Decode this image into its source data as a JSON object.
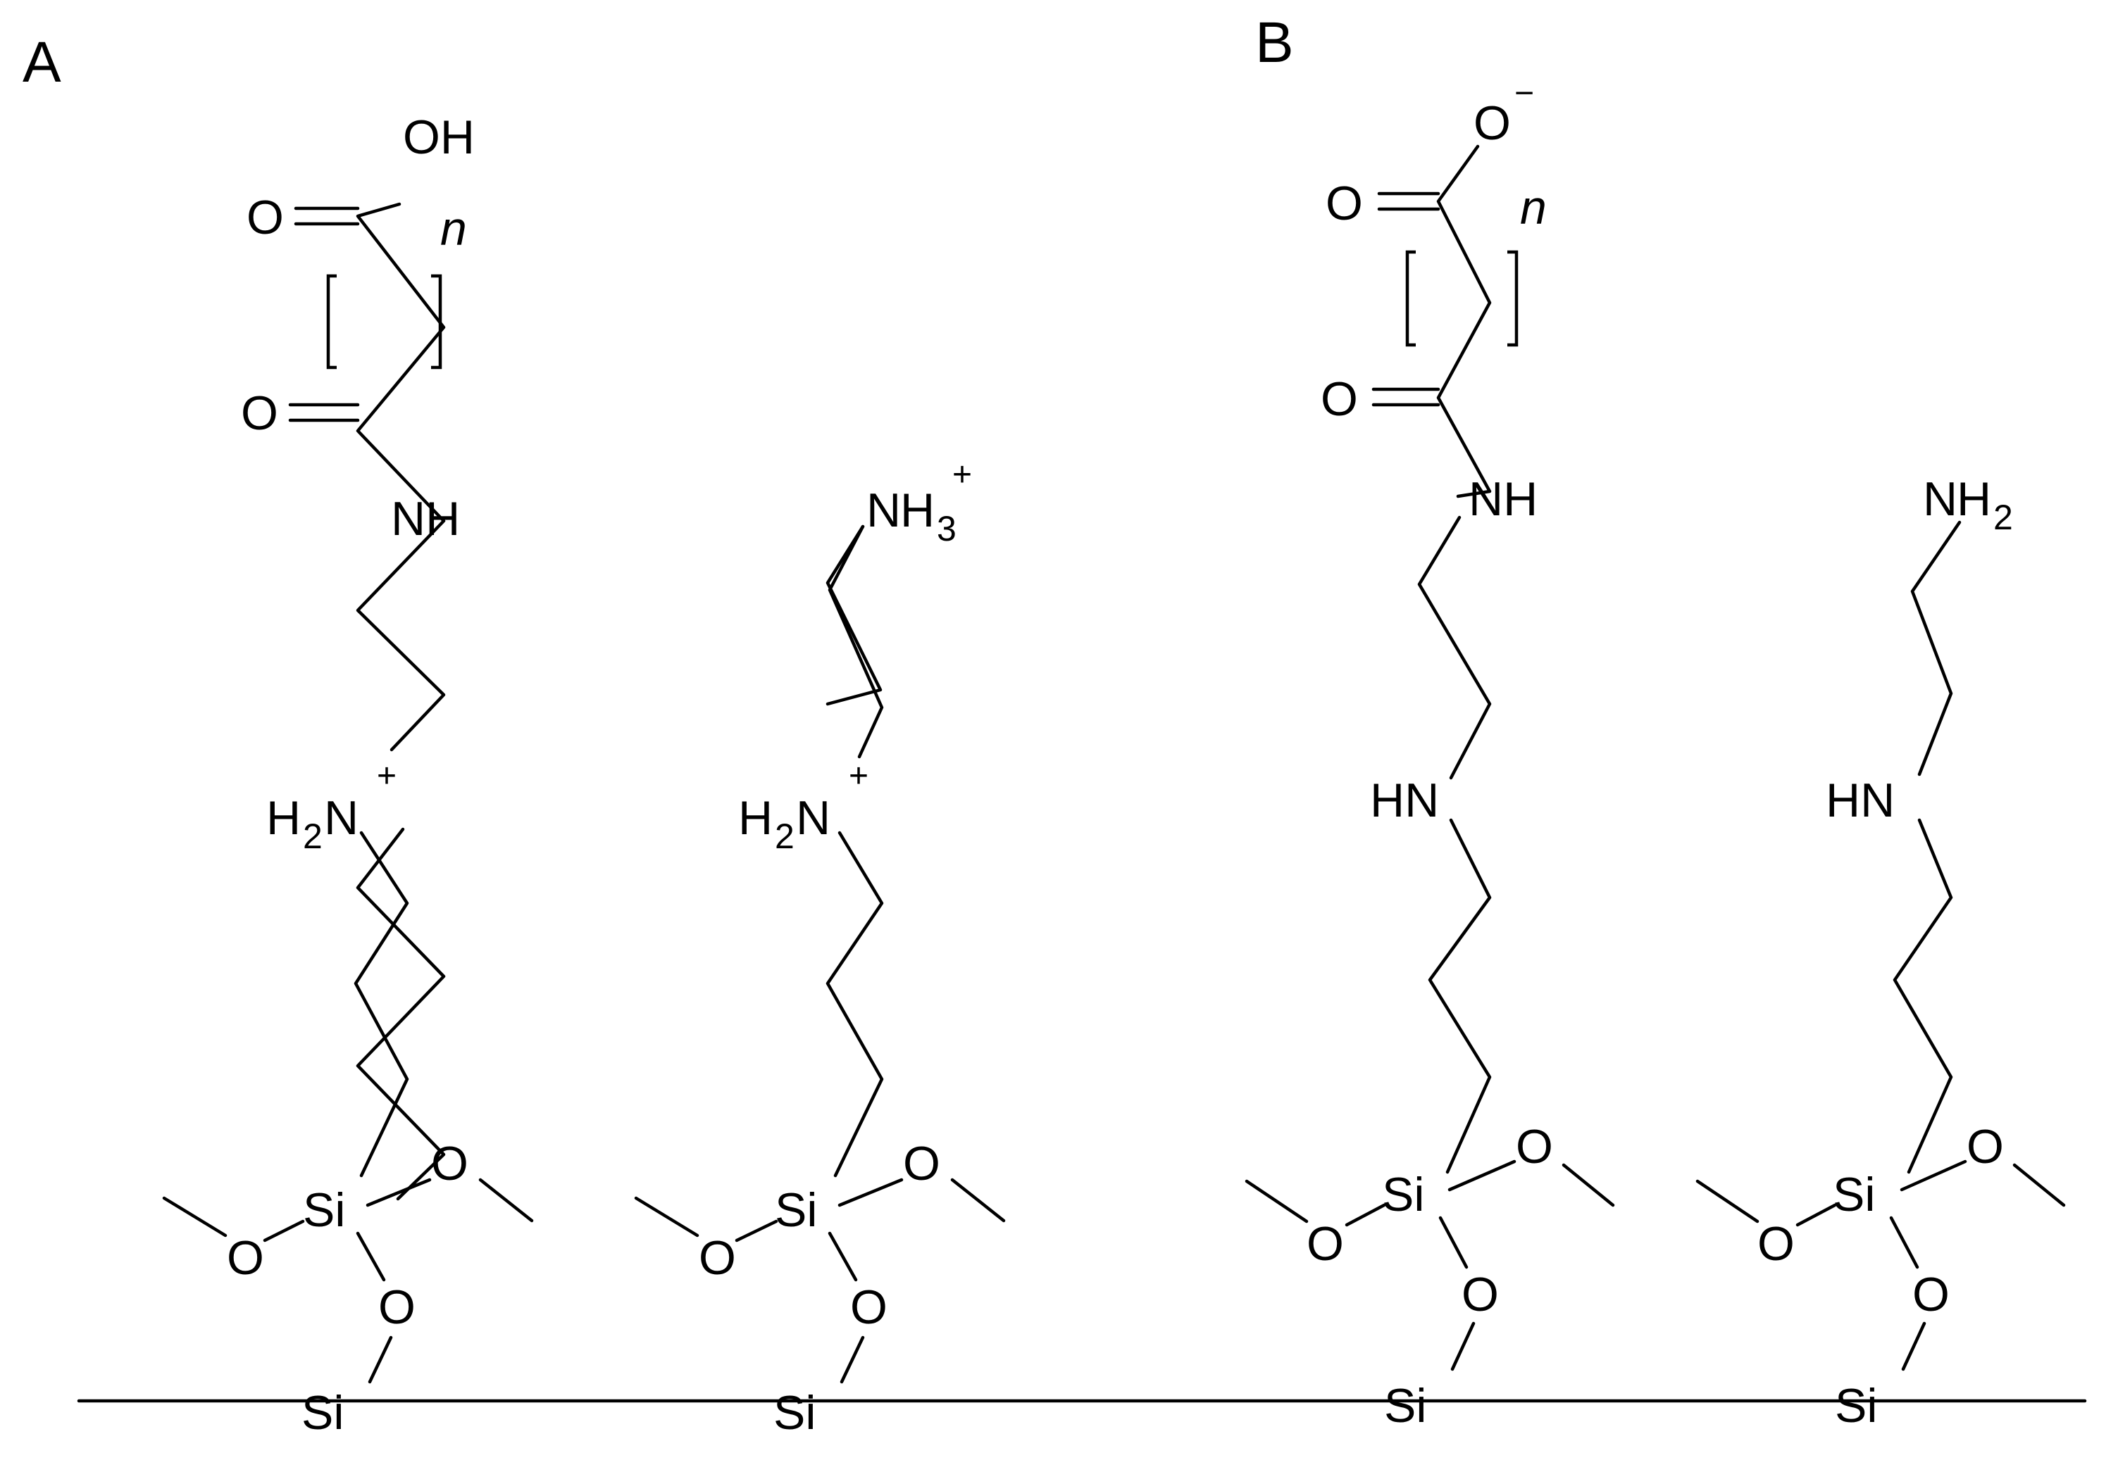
{
  "panels": [
    {
      "id": "A",
      "label": "A"
    },
    {
      "id": "B",
      "label": "B"
    }
  ],
  "atoms": {
    "oh": "OH",
    "o": "O",
    "nh": "NH",
    "hn": "HN",
    "h": "H",
    "n": "N",
    "si": "Si",
    "sub2": "2",
    "sub3": "3",
    "plus": "+",
    "minus": "−",
    "repeat_n": "n"
  }
}
